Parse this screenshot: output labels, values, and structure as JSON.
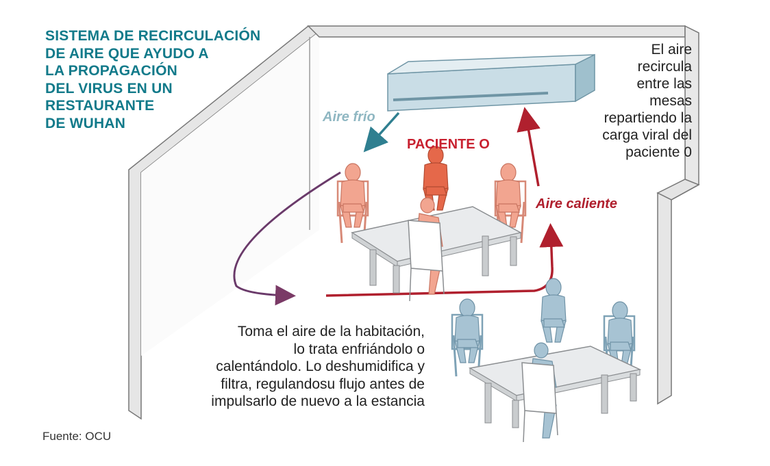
{
  "title_lines": [
    "SISTEMA DE RECIRCULACIÓN",
    "DE AIRE QUE AYUDO A",
    "LA PROPAGACIÓN",
    "DEL VIRUS EN UN",
    "RESTAURANTE",
    "DE WUHAN"
  ],
  "note_right_lines": [
    "El aire",
    "recircula",
    "entre las",
    "mesas",
    "repartiendo la",
    "carga viral del",
    "paciente 0"
  ],
  "labels": {
    "cold_air": "Aire frío",
    "patient_zero": "PACIENTE O",
    "warm_air": "Aire caliente"
  },
  "note_bottom_lines": [
    "Toma el aire de la habitación,",
    "lo trata enfriándolo o",
    "calentándolo. Lo deshumidifica y",
    "filtra, regulandosu flujo antes de",
    "impulsarlo de nuevo a la estancia"
  ],
  "source": "Fuente: OCU",
  "colors": {
    "title": "#127a8a",
    "cold_air": "#8fb7c2",
    "warm_air": "#b0202e",
    "patient_zero": "#e5684a",
    "infected_people": "#f2a590",
    "other_people": "#a7c3d3",
    "walls": "#e2e2e2",
    "ac_unit": "#c9dde6"
  }
}
